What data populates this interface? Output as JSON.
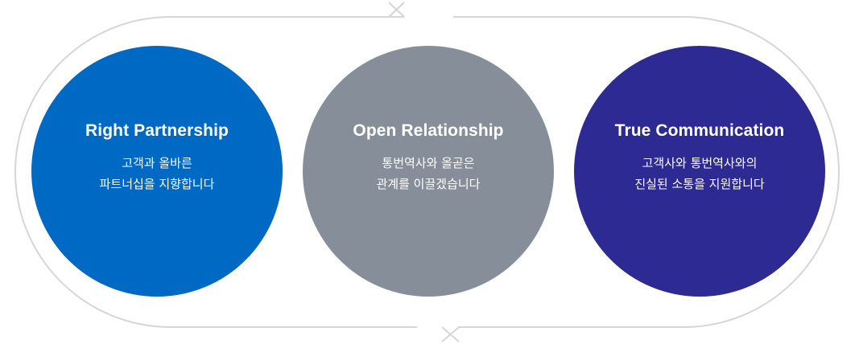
{
  "items": [
    {
      "title": "Right Partnership",
      "lines": [
        "고객과 올바른",
        "파트너십을 지향합니다"
      ],
      "color": "#0069c4"
    },
    {
      "title": "Open Relationship",
      "lines": [
        "통번역사와 올곧은",
        "관계를 이끌겠습니다"
      ],
      "color": "#868f99"
    },
    {
      "title": "True Communication",
      "lines": [
        "고객사와 통번역사와의",
        "진실된 소통을 지원합니다"
      ],
      "color": "#2d2a93"
    }
  ],
  "track_color": "#d6d6d6"
}
